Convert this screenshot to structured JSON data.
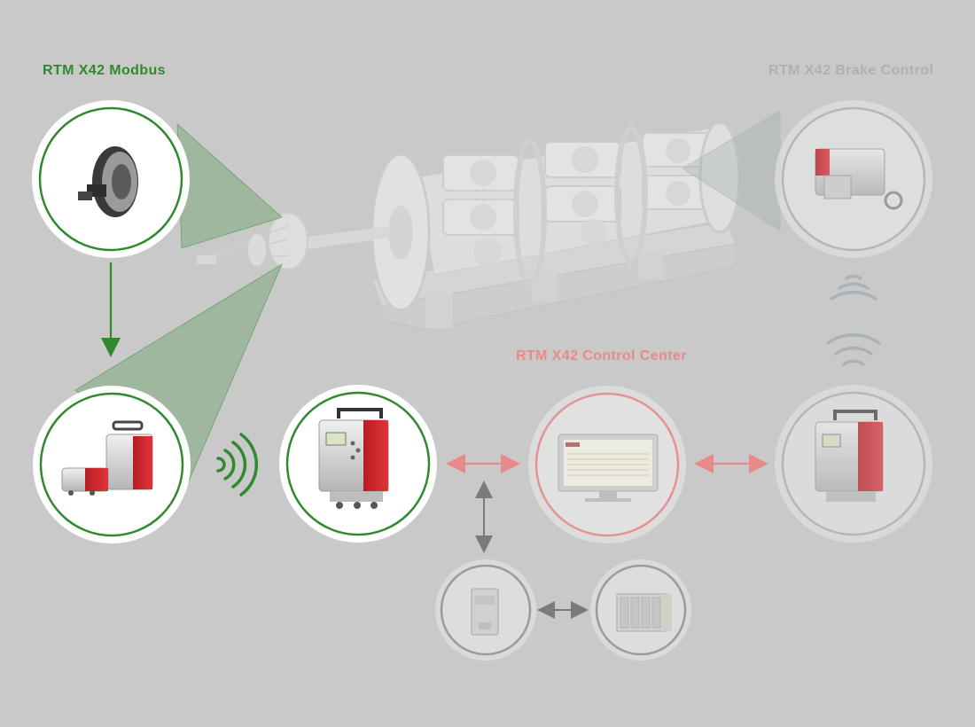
{
  "labels": {
    "modbus": "RTM X42 Modbus",
    "brake_control": "RTM X42 Brake Control",
    "control_center": "RTM X42 Control Center"
  },
  "colors": {
    "background": "#c9c9c9",
    "modbus_green": "#2f8a2f",
    "brake_gray": "#a9b2b6",
    "control_red": "#e98a8a",
    "device_red": "#d9262c",
    "machine_white": "#e2e2e2"
  },
  "icons": {
    "rotor_sensor": "rotor-sensor-icon",
    "transmitter_box": "transmitter-box-icon",
    "receiver_unit": "receiver-unit-icon",
    "monitor_screen": "monitor-screen-icon",
    "brake_module": "brake-module-icon",
    "din_rail_module": "din-rail-module-icon",
    "plc_module": "plc-module-icon",
    "wireless_signal": "wireless-signal-icon"
  }
}
